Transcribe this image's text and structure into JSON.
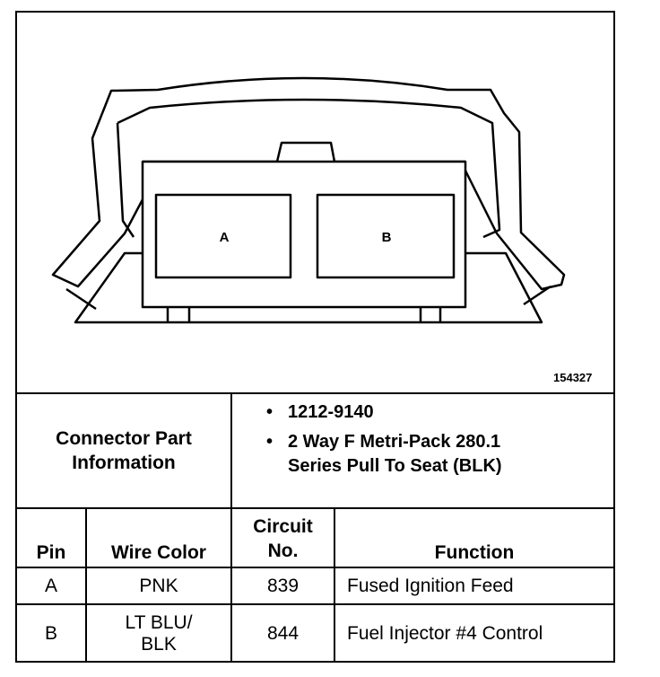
{
  "diagram": {
    "figure_id": "154327",
    "cavity_labels": [
      "A",
      "B"
    ]
  },
  "connector_info": {
    "label": "Connector Part Information",
    "items": [
      "1212-9140",
      "2 Way F Metri-Pack 280.1 Series Pull To Seat (BLK)"
    ]
  },
  "table": {
    "headers": {
      "pin": "Pin",
      "wire_color": "Wire Color",
      "circuit": "Circuit No.",
      "function": "Function"
    },
    "rows": [
      {
        "pin": "A",
        "wire_color": "PNK",
        "circuit": "839",
        "function": "Fused Ignition Feed"
      },
      {
        "pin": "B",
        "wire_color": "LT BLU/ BLK",
        "circuit": "844",
        "function": "Fuel Injector #4 Control"
      }
    ]
  }
}
